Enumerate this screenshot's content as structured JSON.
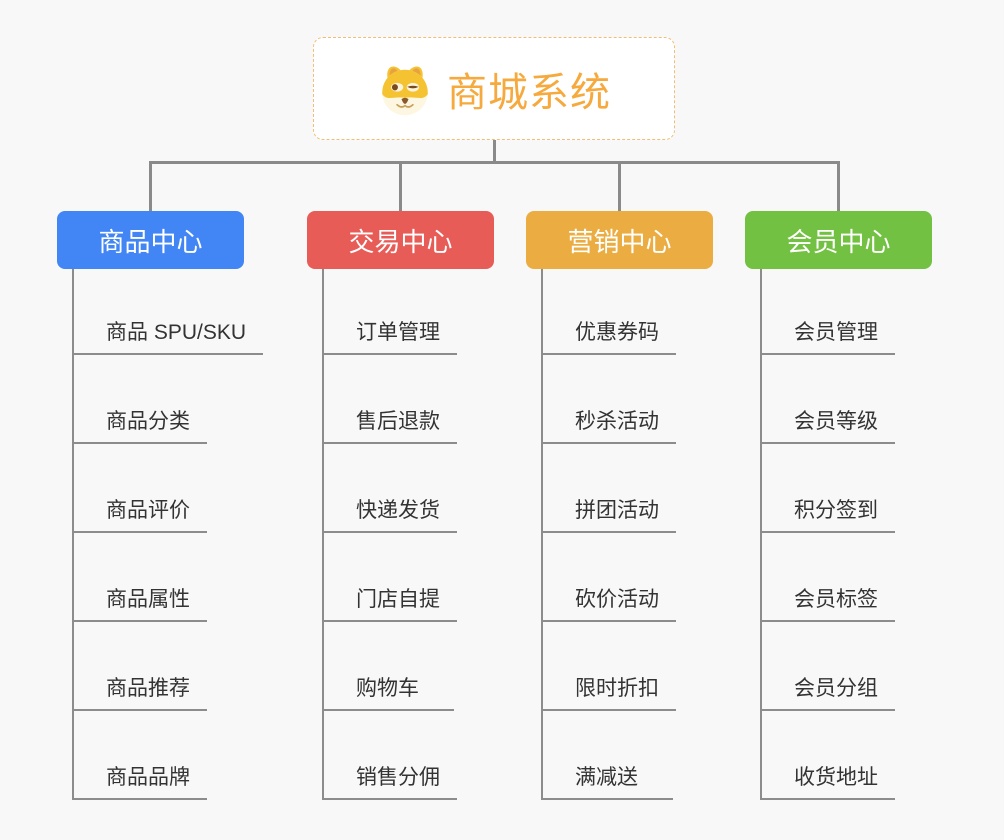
{
  "page": {
    "background_color": "#f8f8f8",
    "connector_color": "#8a8a8a",
    "leaf_text_color": "#333333"
  },
  "root": {
    "title": "商城系统",
    "title_color": "#f6a93d",
    "border_color": "#f2be76",
    "icon": "doge-face-icon"
  },
  "branches": [
    {
      "label": "商品中心",
      "color": "#4285f4",
      "children": [
        "商品 SPU/SKU",
        "商品分类",
        "商品评价",
        "商品属性",
        "商品推荐",
        "商品品牌"
      ]
    },
    {
      "label": "交易中心",
      "color": "#e85c57",
      "children": [
        "订单管理",
        "售后退款",
        "快递发货",
        "门店自提",
        "购物车",
        "销售分佣"
      ]
    },
    {
      "label": "营销中心",
      "color": "#ebad41",
      "children": [
        "优惠券码",
        "秒杀活动",
        "拼团活动",
        "砍价活动",
        "限时折扣",
        "满减送"
      ]
    },
    {
      "label": "会员中心",
      "color": "#72c142",
      "children": [
        "会员管理",
        "会员等级",
        "积分签到",
        "会员标签",
        "会员分组",
        "收货地址"
      ]
    }
  ]
}
